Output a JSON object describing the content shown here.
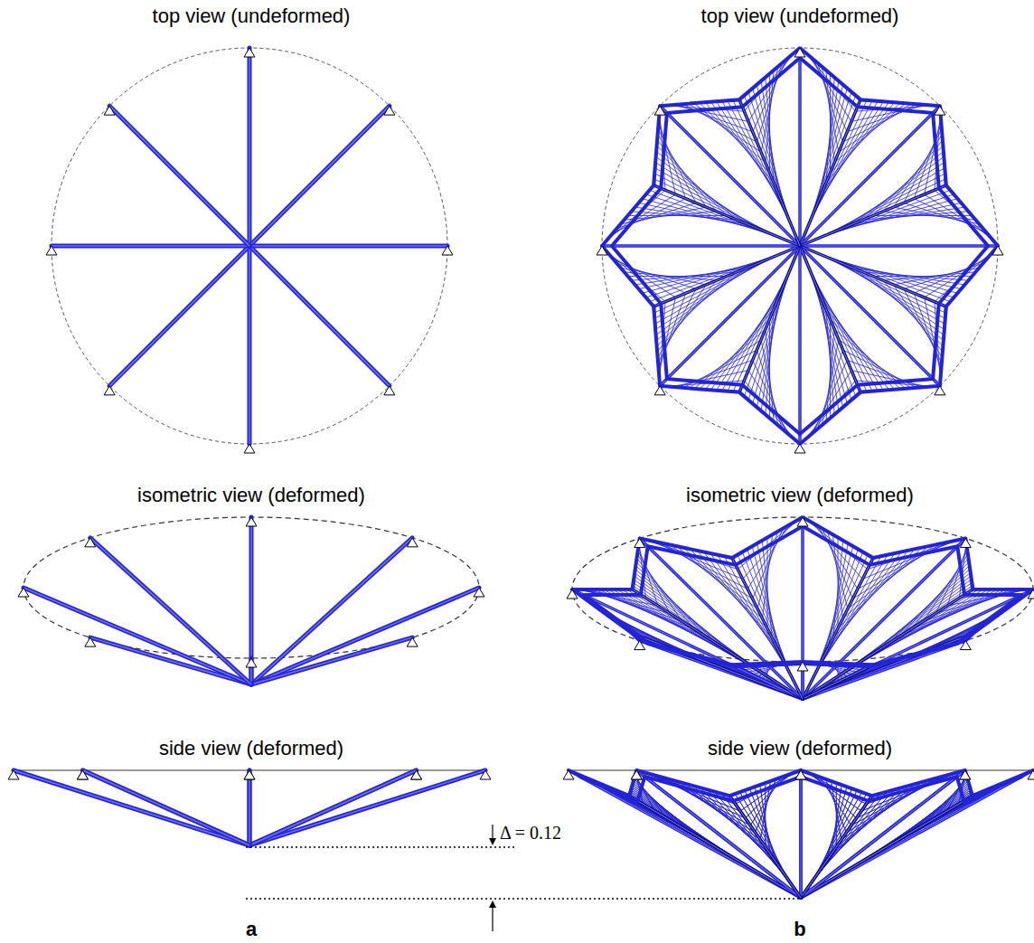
{
  "diagram": {
    "labels": [
      "top view (undeformed)",
      "top view (undeformed)",
      "isometric view (deformed)",
      "isometric view (deformed)",
      "side view (deformed)",
      "side view (deformed)",
      "Δ = 0.12",
      "a",
      "b"
    ]
  }
}
